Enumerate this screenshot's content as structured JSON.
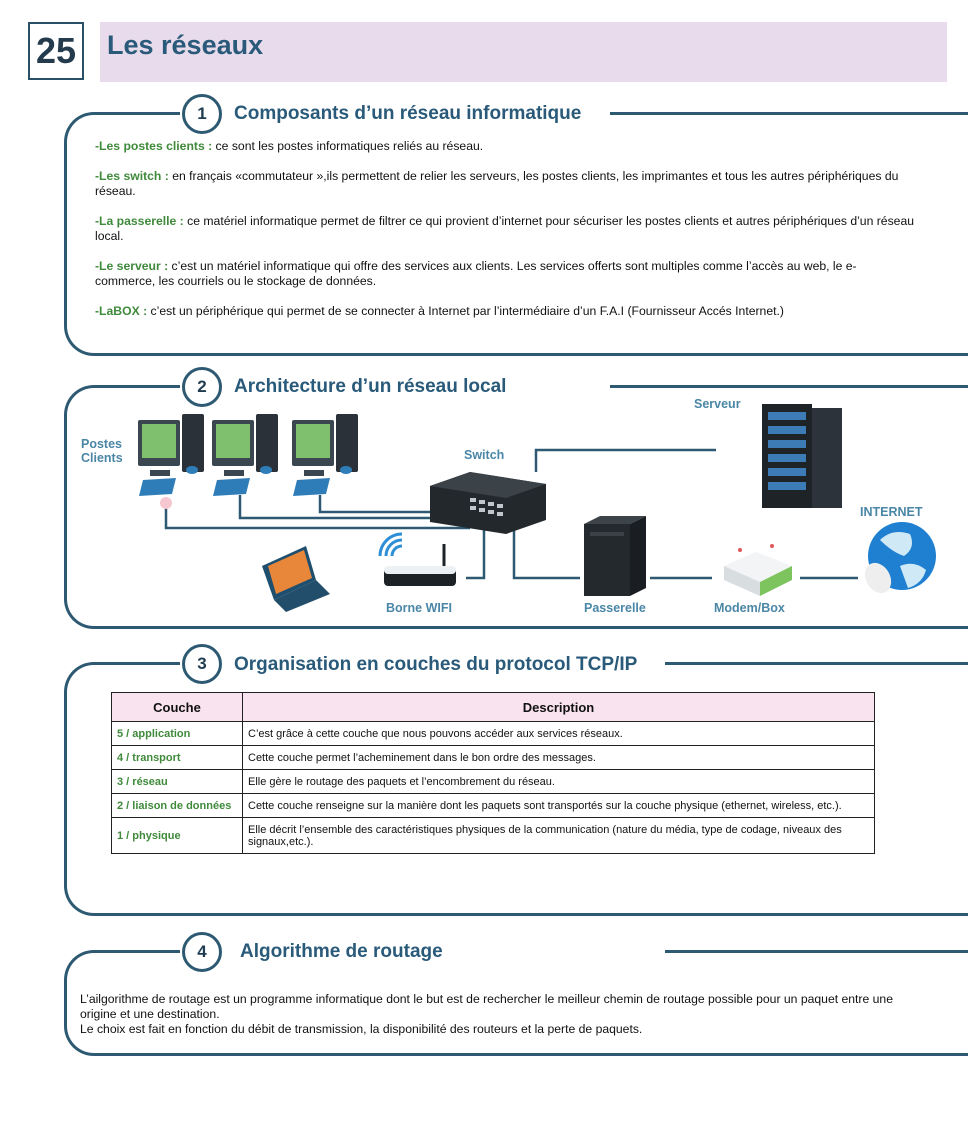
{
  "header": {
    "number": "25",
    "title": "Les réseaux"
  },
  "sections": {
    "s1": {
      "number": "1",
      "title": "Composants d’un réseau informatique",
      "items": [
        {
          "term": "-Les postes clients :",
          "text": " ce sont les postes informatiques reliés au réseau."
        },
        {
          "term": "-Les switch :",
          "text": " en français «commutateur »,ils permettent de relier les serveurs, les postes clients, les imprimantes et tous les autres périphériques du réseau."
        },
        {
          "term": "-La passerelle :",
          "text": " ce matériel informatique permet de filtrer ce qui provient d’internet pour sécuriser les postes clients et autres périphériques d’un réseau local."
        },
        {
          "term": "-Le serveur :",
          "text": " c’est un matériel informatique qui offre des services aux clients. Les services offerts sont multiples comme l’accès au web, le e-commerce, les courriels ou le stockage de données."
        },
        {
          "term": "-LaBOX :",
          "text": " c’est un périphérique qui permet de se connecter à Internet par l’intermédiaire d’un F.A.I (Fournisseur Accés Internet.)"
        }
      ]
    },
    "s2": {
      "number": "2",
      "title": "Architecture d’un réseau local",
      "labels": {
        "clients_line1": "Postes",
        "clients_line2": "Clients",
        "switch": "Switch",
        "server": "Serveur",
        "internet": "INTERNET",
        "wifi": "Borne WIFI",
        "gateway": "Passerelle",
        "modem": "Modem/Box"
      }
    },
    "s3": {
      "number": "3",
      "title": "Organisation en couches du protocol TCP/IP",
      "headers": [
        "Couche",
        "Description"
      ],
      "rows": [
        {
          "layer": "5 / application",
          "desc": "C’est grâce à cette couche que nous pouvons accéder aux services réseaux."
        },
        {
          "layer": "4 / transport",
          "desc": "Cette couche permet l’acheminement dans le bon ordre des messages."
        },
        {
          "layer": "3 / réseau",
          "desc": "Elle gère le routage des paquets et l’encombrement du réseau."
        },
        {
          "layer": "2 / liaison de données",
          "desc": "Cette couche renseigne sur la manière dont les paquets sont transportés sur la couche physique (ethernet, wireless, etc.)."
        },
        {
          "layer": "1 / physique",
          "desc": "Elle décrit l’ensemble des caractéristiques physiques de la communication (nature du média, type de codage, niveaux des signaux,etc.)."
        }
      ]
    },
    "s4": {
      "number": "4",
      "title": "Algorithme de routage",
      "para1": "L’ailgorithme de routage est un programme informatique dont le but est de rechercher le meilleur chemin de routage possible pour un paquet entre une origine et une destination.",
      "para2": "Le choix est fait en fonction du débit de transmission, la disponibilité des routeurs et la perte de paquets."
    }
  },
  "colors": {
    "frame": "#2d5a72",
    "title": "#2a5a7a",
    "term": "#3f8a3b",
    "label": "#4a86a6",
    "band": "#e8dbec",
    "table_header": "#f9e3ee"
  }
}
